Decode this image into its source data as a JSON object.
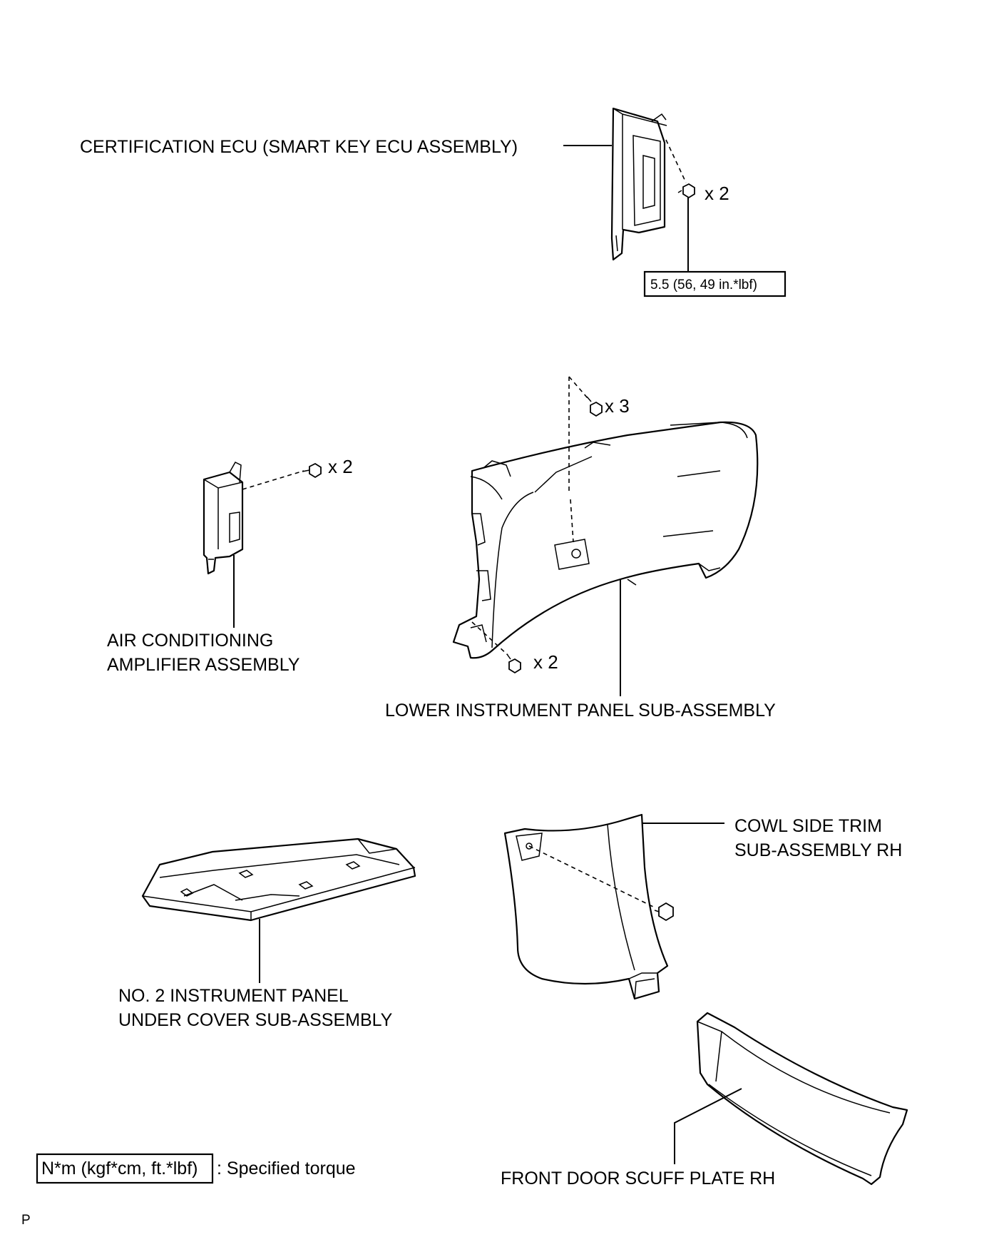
{
  "labels": {
    "certification_ecu": "CERTIFICATION ECU (SMART KEY ECU ASSEMBLY)",
    "torque_value": "5.5 (56, 49 in.*lbf)",
    "ac_amplifier_line1": "AIR CONDITIONING",
    "ac_amplifier_line2": "AMPLIFIER ASSEMBLY",
    "lower_panel": "LOWER INSTRUMENT PANEL SUB-ASSEMBLY",
    "under_cover_line1": "NO. 2 INSTRUMENT PANEL",
    "under_cover_line2": "UNDER COVER SUB-ASSEMBLY",
    "cowl_trim_line1": "COWL SIDE TRIM",
    "cowl_trim_line2": "SUB-ASSEMBLY RH",
    "scuff_plate": "FRONT DOOR SCUFF PLATE RH"
  },
  "quantities": {
    "ecu_nuts": "x 2",
    "ac_nuts": "x 2",
    "panel_top_screws": "x 3",
    "panel_bottom_screws": "x 2"
  },
  "legend": {
    "unit": "N*m (kgf*cm, ft.*lbf)",
    "description": ": Specified torque"
  },
  "footer": {
    "code": "P"
  }
}
